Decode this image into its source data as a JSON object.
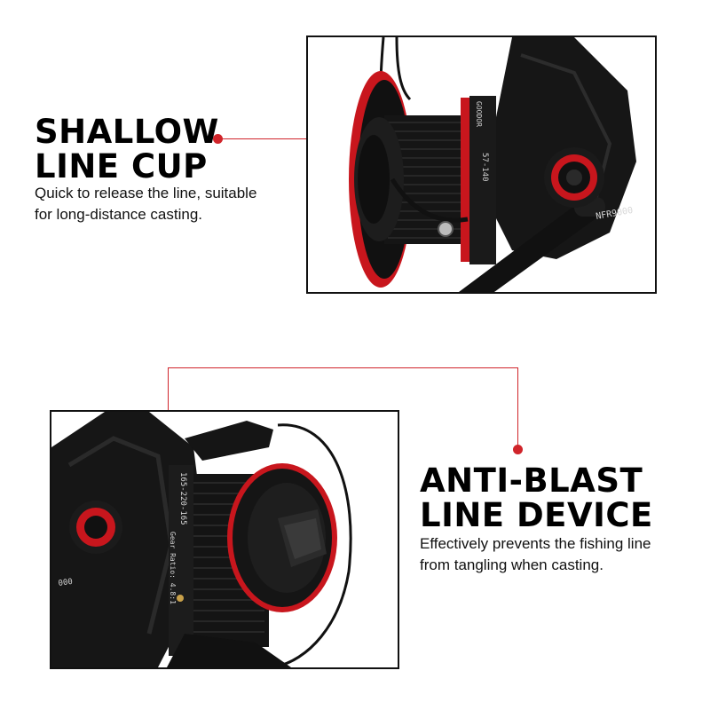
{
  "sections": [
    {
      "title_line1": "SHALLOW",
      "title_line2": "LINE CUP",
      "desc_line1": "Quick to release the line, suitable",
      "desc_line2": "for long-distance casting."
    },
    {
      "title_line1": "ANTI-BLAST",
      "title_line2": "LINE DEVICE",
      "desc_line1": "Effectively prevents the fishing line",
      "desc_line2": "from tangling when casting."
    }
  ],
  "photo_top": {
    "brand": "GOODOR",
    "model": "NFR9000",
    "spool_text": "57-140"
  },
  "photo_bottom": {
    "spool_text": "165-220-165",
    "gear_text": "Gear Ratio: 4.8:1",
    "model": "000"
  },
  "colors": {
    "accent": "#d0242a",
    "reel_body": "#141414",
    "reel_red": "#c8161d"
  }
}
